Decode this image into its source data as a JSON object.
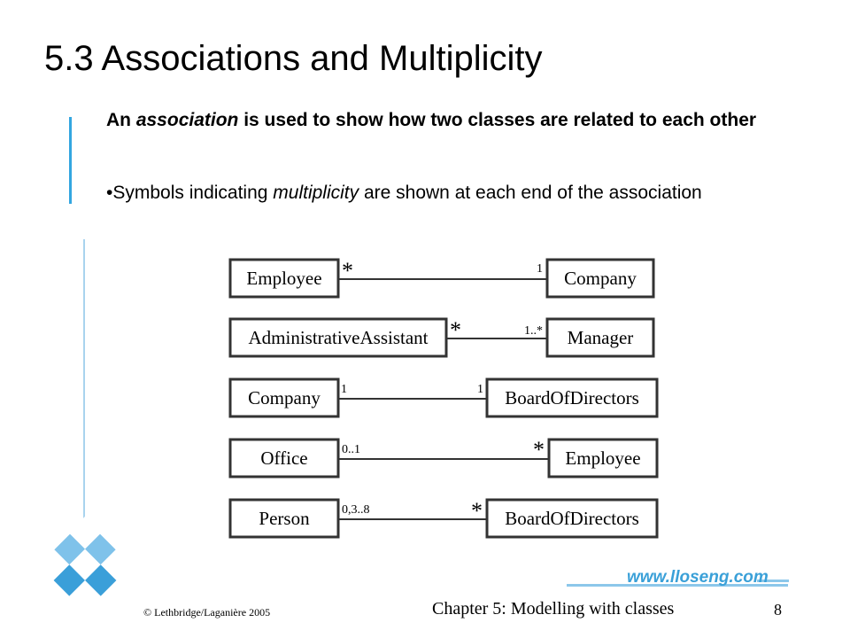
{
  "slide": {
    "title": "5.3 Associations and Multiplicity",
    "para1": {
      "before": "An ",
      "em": "association",
      "after": " is used to show how two classes are related to each other"
    },
    "para2": {
      "bullet": "•",
      "before": "Symbols indicating ",
      "em": "multiplicity",
      "after": " are shown at each end of the association"
    }
  },
  "diagram": {
    "rows": [
      {
        "left": "Employee",
        "right": "Company",
        "left_mult": "*",
        "right_mult": "1"
      },
      {
        "left": "AdministrativeAssistant",
        "right": "Manager",
        "left_mult": "*",
        "right_mult": "1..*"
      },
      {
        "left": "Company",
        "right": "BoardOfDirectors",
        "left_mult": "1",
        "right_mult": "1"
      },
      {
        "left": "Office",
        "right": "Employee",
        "left_mult": "0..1",
        "right_mult": "*"
      },
      {
        "left": "Person",
        "right": "BoardOfDirectors",
        "left_mult": "0,3..8",
        "right_mult": "*"
      }
    ]
  },
  "footer": {
    "copyright": "© Lethbridge/Laganière 2005",
    "chapter": "Chapter 5: Modelling with classes",
    "page": "8",
    "url": "www.lloseng.com"
  },
  "colors": {
    "accent": "#33a6e0",
    "light_accent": "#a9d3ee"
  }
}
